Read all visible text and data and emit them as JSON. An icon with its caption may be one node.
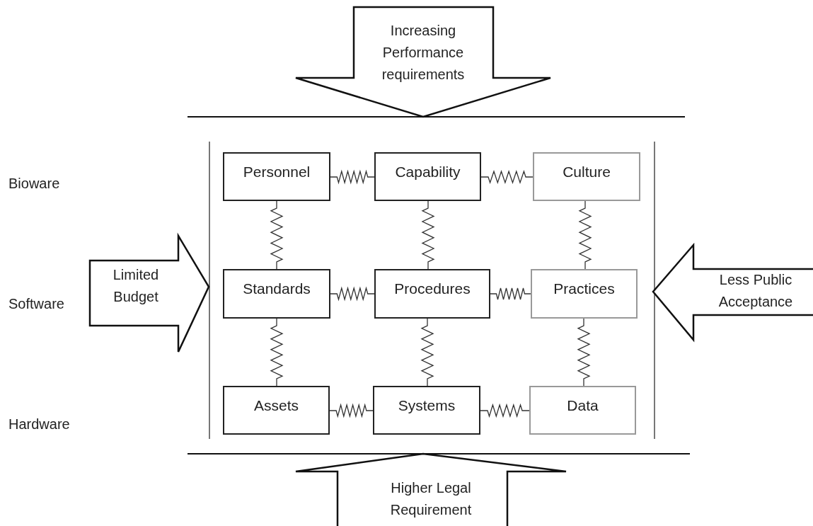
{
  "diagram": {
    "nodes": [
      {
        "text": [
          "Personnel"
        ]
      },
      {
        "text": [
          "Capability"
        ]
      },
      {
        "text": [
          "Culture"
        ]
      },
      {
        "text": [
          "Standards"
        ]
      },
      {
        "text": [
          "Procedures"
        ]
      },
      {
        "text": [
          "Practices"
        ]
      },
      {
        "text": [
          "Assets"
        ]
      },
      {
        "text": [
          "Systems"
        ]
      },
      {
        "text": [
          "Data"
        ]
      },
      {
        "text": [
          "Increasing Performance requirements"
        ]
      },
      {
        "text": [
          "Limited Budget"
        ]
      },
      {
        "text": [
          "Less Public Acceptance"
        ]
      },
      {
        "text": [
          "Higher Legal Requirement"
        ]
      }
    ],
    "edges": [
      {
        "from": 0,
        "to": 1,
        "arrow": "none"
      },
      {
        "from": 1,
        "to": 2,
        "arrow": "none"
      },
      {
        "from": 0,
        "to": 3,
        "arrow": "none"
      },
      {
        "from": 1,
        "to": 4,
        "arrow": "none"
      },
      {
        "from": 2,
        "to": 5,
        "arrow": "none"
      },
      {
        "from": 3,
        "to": 4,
        "arrow": "none"
      },
      {
        "from": 4,
        "to": 5,
        "arrow": "none"
      },
      {
        "from": 3,
        "to": 6,
        "arrow": "none"
      },
      {
        "from": 4,
        "to": 7,
        "arrow": "none"
      },
      {
        "from": 5,
        "to": 8,
        "arrow": "none"
      },
      {
        "from": 6,
        "to": 7,
        "arrow": "none"
      },
      {
        "from": 7,
        "to": 8,
        "arrow": "none"
      }
    ],
    "labels": [
      "Bioware",
      "Software",
      "Hardware"
    ]
  }
}
